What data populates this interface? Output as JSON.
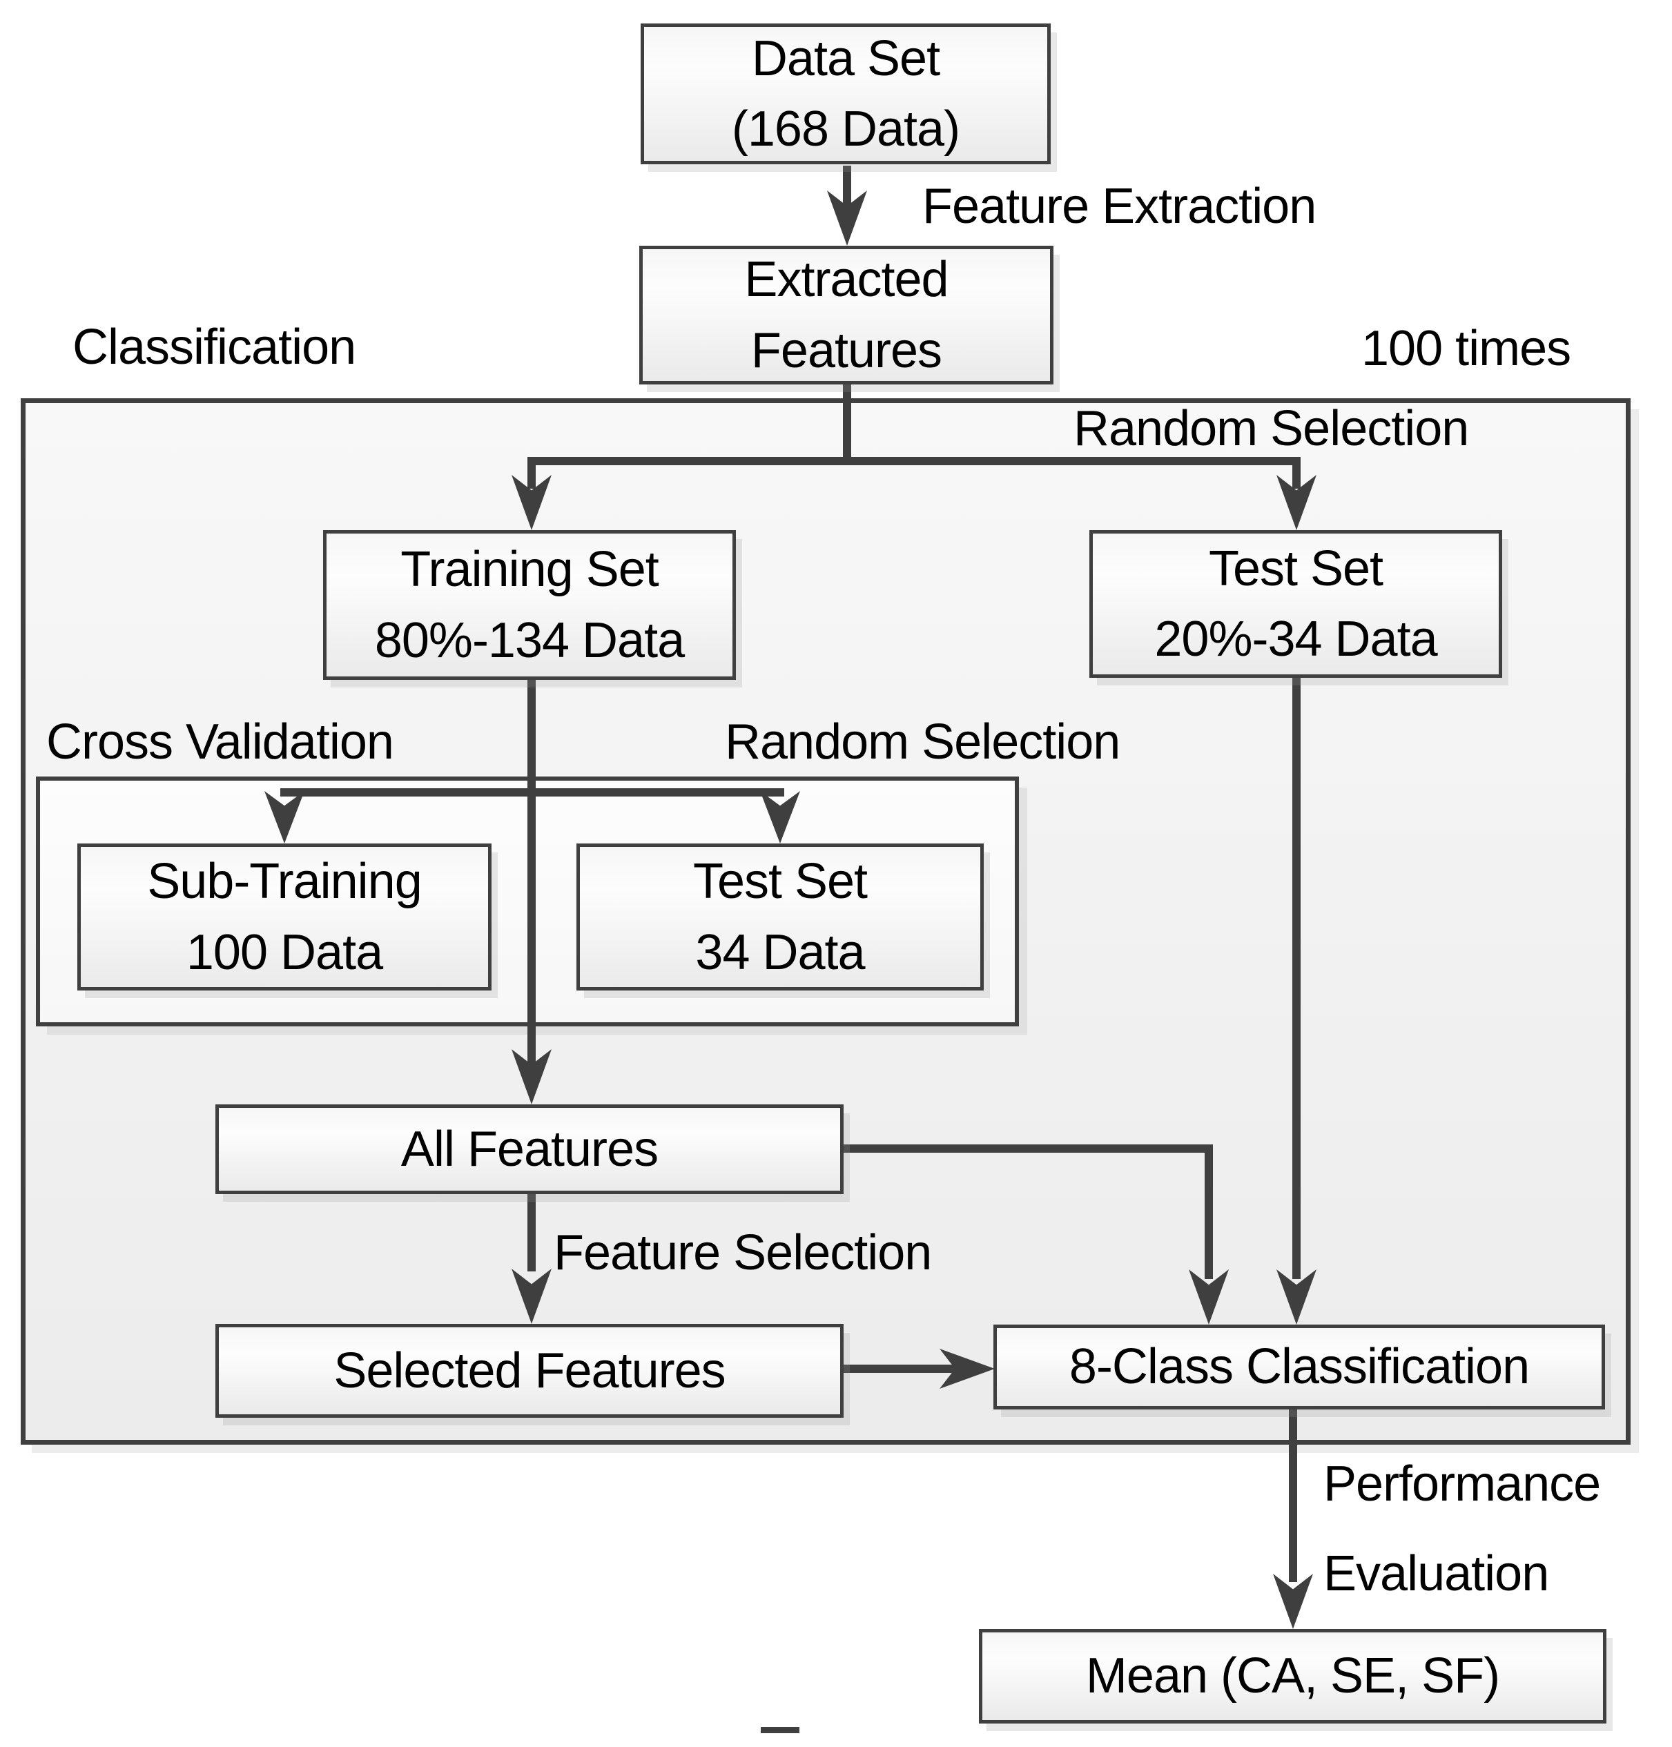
{
  "diagram": {
    "title": "Classification workflow flowchart",
    "colors": {
      "connector": "#3f3f3f",
      "box_border": "#3f3f3f",
      "outer_container_fill": "#f1f1f1",
      "inner_container_fill": "#fbfbfb",
      "box_fill": "#f2f2f2",
      "text": "#000000"
    },
    "nodes": {
      "data_set": {
        "line1": "Data Set",
        "line2": "(168 Data)"
      },
      "extracted_features": {
        "line1": "Extracted",
        "line2": "Features"
      },
      "training_set": {
        "line1": "Training Set",
        "line2": "80%-134 Data"
      },
      "test_set_main": {
        "line1": "Test Set",
        "line2": "20%-34 Data"
      },
      "sub_training": {
        "line1": "Sub-Training",
        "line2": "100 Data"
      },
      "test_set_cv": {
        "line1": "Test Set",
        "line2": "34 Data"
      },
      "all_features": {
        "label": "All Features"
      },
      "selected_features": {
        "label": "Selected Features"
      },
      "eight_class_classification": {
        "label": "8-Class Classification"
      },
      "mean_output": {
        "label": "Mean (CA, SE, SF)"
      }
    },
    "labels": {
      "feature_extraction": "Feature Extraction",
      "classification": "Classification",
      "hundred_times": "100 times",
      "random_selection_split": "Random Selection",
      "cross_validation": "Cross Validation",
      "random_selection_cv": "Random Selection",
      "feature_selection": "Feature Selection",
      "performance": "Performance",
      "evaluation": "Evaluation"
    }
  }
}
